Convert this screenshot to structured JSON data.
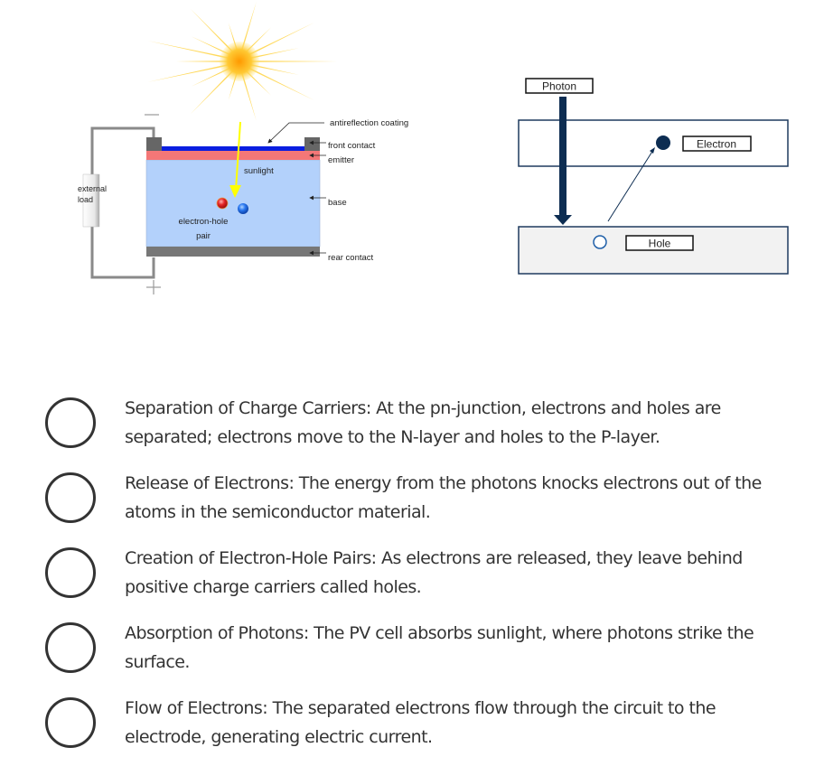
{
  "left_diagram": {
    "labels": {
      "antireflection_coating": "antireflection coating",
      "front_contact": "front contact",
      "emitter": "emitter",
      "base": "base",
      "rear_contact": "rear contact",
      "sunlight": "sunlight",
      "electron_hole_pair_line1": "electron-hole",
      "electron_hole_pair_line2": "pair",
      "external_load_line1": "external",
      "external_load_line2": "load",
      "minus_sign": "—",
      "plus_sign": "+"
    },
    "colors": {
      "antireflection": "#0a1ee0",
      "emitter": "#f47777",
      "base": "#b3d1fb",
      "contact": "#777777",
      "sun_core": "#ff9900",
      "sun_rays": "#ffd23f",
      "sunlight_arrow": "#ffff00",
      "hole_particle": "#e62727",
      "electron_particle": "#2a78f0"
    }
  },
  "right_diagram": {
    "labels": {
      "photon": "Photon",
      "electron": "Electron",
      "hole": "Hole"
    },
    "colors": {
      "arrow": "#0d2d52",
      "lower_band_fill": "#f2f2f2",
      "upper_band_fill": "#ffffff",
      "border": "#1f3a5f"
    }
  },
  "options": [
    {
      "line1": "Separation of Charge Carriers: At the pn-junction, electrons and holes are",
      "line2": "separated; electrons move to the N-layer and holes to the P-layer.",
      "selected": false
    },
    {
      "line1": "Release of Electrons: The energy from the photons knocks electrons out of the",
      "line2": "atoms in the semiconductor material.",
      "selected": false
    },
    {
      "line1": "Creation of Electron-Hole Pairs: As electrons are released, they leave behind",
      "line2": "positive charge carriers called holes.",
      "selected": false
    },
    {
      "line1": "Absorption of Photons: The PV cell absorbs sunlight, where photons strike the",
      "line2": "surface.",
      "selected": false
    },
    {
      "line1": "Flow of Electrons: The separated electrons flow through the circuit to the",
      "line2": "electrode, generating electric current.",
      "selected": false
    }
  ]
}
